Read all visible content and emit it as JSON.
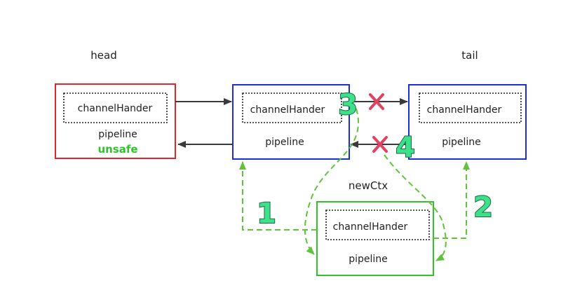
{
  "colors": {
    "head_border": "#e0252c",
    "node_border": "#1a2fd8",
    "new_border": "#2fc22a",
    "dashed_arrow": "#5fc43a",
    "solid_arrow": "#3a3a3a",
    "cross": "#e0435f",
    "step_fill": "#3fe08a",
    "unsafe": "#2fc22a"
  },
  "labels": {
    "head": "head",
    "tail": "tail",
    "new_ctx": "newCtx"
  },
  "nodes": {
    "head": {
      "handler": "channelHander",
      "pipeline": "pipeline",
      "note": "unsafe"
    },
    "middle": {
      "handler": "channelHander",
      "pipeline": "pipeline"
    },
    "tail": {
      "handler": "channelHander",
      "pipeline": "pipeline"
    },
    "new_ctx": {
      "handler": "channelHander",
      "pipeline": "pipeline"
    }
  },
  "steps": [
    "1",
    "2",
    "3",
    "4"
  ]
}
